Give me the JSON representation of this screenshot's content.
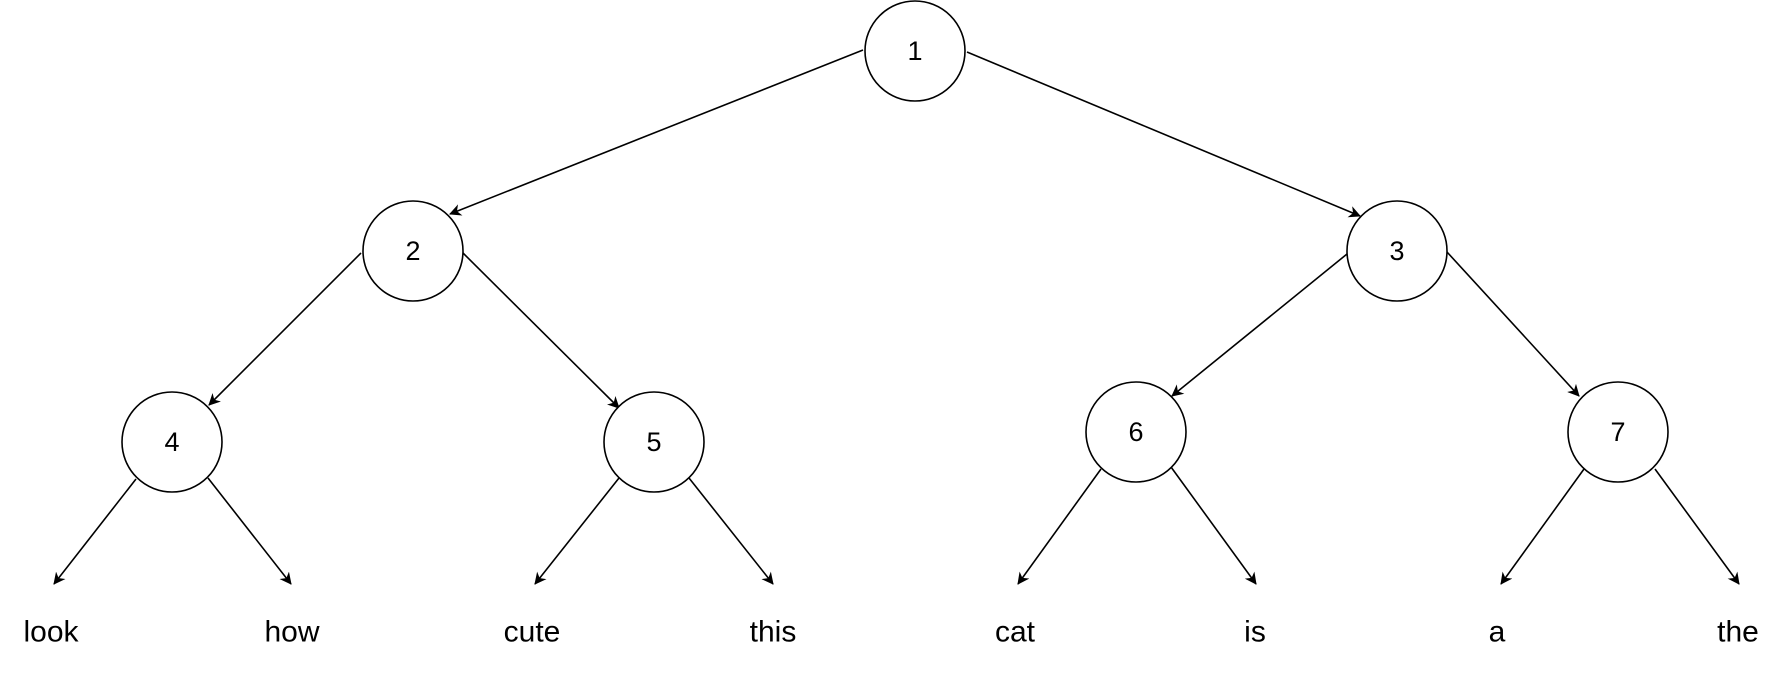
{
  "colors": {
    "stroke": "#000000",
    "fill": "#ffffff",
    "text": "#000000"
  },
  "tree": {
    "nodes": [
      {
        "id": "n1",
        "label": "1"
      },
      {
        "id": "n2",
        "label": "2"
      },
      {
        "id": "n3",
        "label": "3"
      },
      {
        "id": "n4",
        "label": "4"
      },
      {
        "id": "n5",
        "label": "5"
      },
      {
        "id": "n6",
        "label": "6"
      },
      {
        "id": "n7",
        "label": "7"
      }
    ],
    "leaves": [
      {
        "id": "l-look",
        "label": "look"
      },
      {
        "id": "l-how",
        "label": "how"
      },
      {
        "id": "l-cute",
        "label": "cute"
      },
      {
        "id": "l-this",
        "label": "this"
      },
      {
        "id": "l-cat",
        "label": "cat"
      },
      {
        "id": "l-is",
        "label": "is"
      },
      {
        "id": "l-a",
        "label": "a"
      },
      {
        "id": "l-the",
        "label": "the"
      }
    ],
    "edges": [
      {
        "from": "n1",
        "to": "n2"
      },
      {
        "from": "n1",
        "to": "n3"
      },
      {
        "from": "n2",
        "to": "n4"
      },
      {
        "from": "n2",
        "to": "n5"
      },
      {
        "from": "n3",
        "to": "n6"
      },
      {
        "from": "n3",
        "to": "n7"
      },
      {
        "from": "n4",
        "to": "l-look"
      },
      {
        "from": "n4",
        "to": "l-how"
      },
      {
        "from": "n5",
        "to": "l-cute"
      },
      {
        "from": "n5",
        "to": "l-this"
      },
      {
        "from": "n6",
        "to": "l-cat"
      },
      {
        "from": "n6",
        "to": "l-is"
      },
      {
        "from": "n7",
        "to": "l-a"
      },
      {
        "from": "n7",
        "to": "l-the"
      }
    ]
  }
}
